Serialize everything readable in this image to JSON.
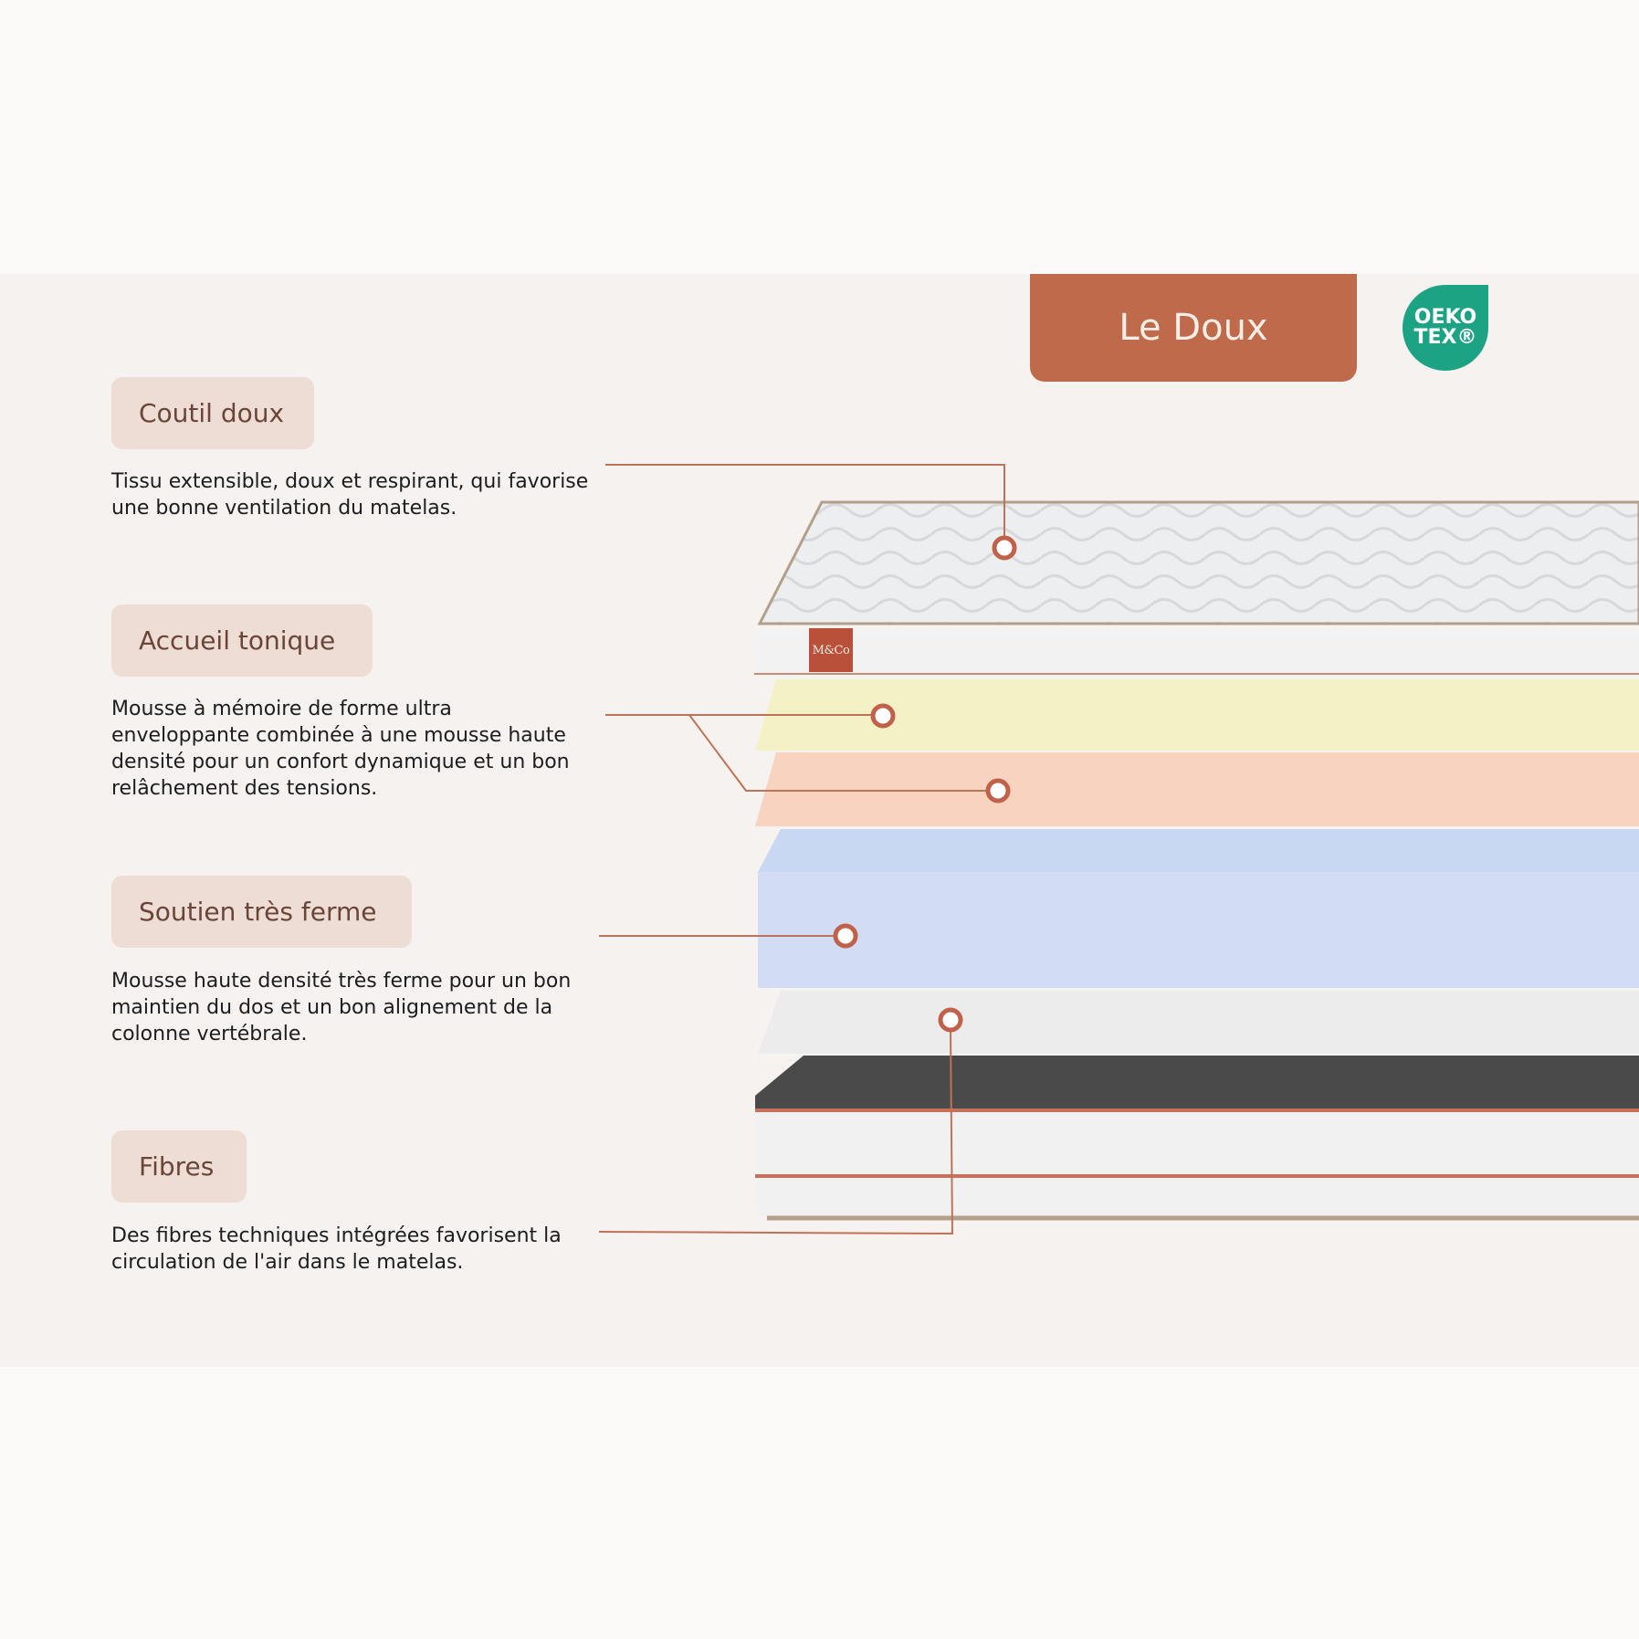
{
  "product": {
    "name": "Le Doux",
    "certification": "OEKO TEX®",
    "certification_lines": [
      "OEKO",
      "TEX®"
    ],
    "brand_tag": "M&Co"
  },
  "colors": {
    "accent": "#bf6a4a",
    "label_bg": "#eeddd5",
    "oeko": "#1ba384",
    "panel_bg": "#f6f2f0"
  },
  "layers": [
    {
      "title": "Coutil doux",
      "description": "Tissu extensible, doux et respirant, qui favorise une bonne ventilation du matelas."
    },
    {
      "title": "Accueil tonique",
      "description": "Mousse à mémoire de forme ultra enveloppante combinée à une mousse haute densité pour un confort dynamique et un bon relâchement des tensions."
    },
    {
      "title": "Soutien très ferme",
      "description": "Mousse haute densité très ferme pour un bon maintien du dos et un bon alignement de la colonne vertébrale."
    },
    {
      "title": "Fibres",
      "description": "Des fibres techniques intégrées favorisent la circulation de l'air dans le matelas."
    }
  ]
}
